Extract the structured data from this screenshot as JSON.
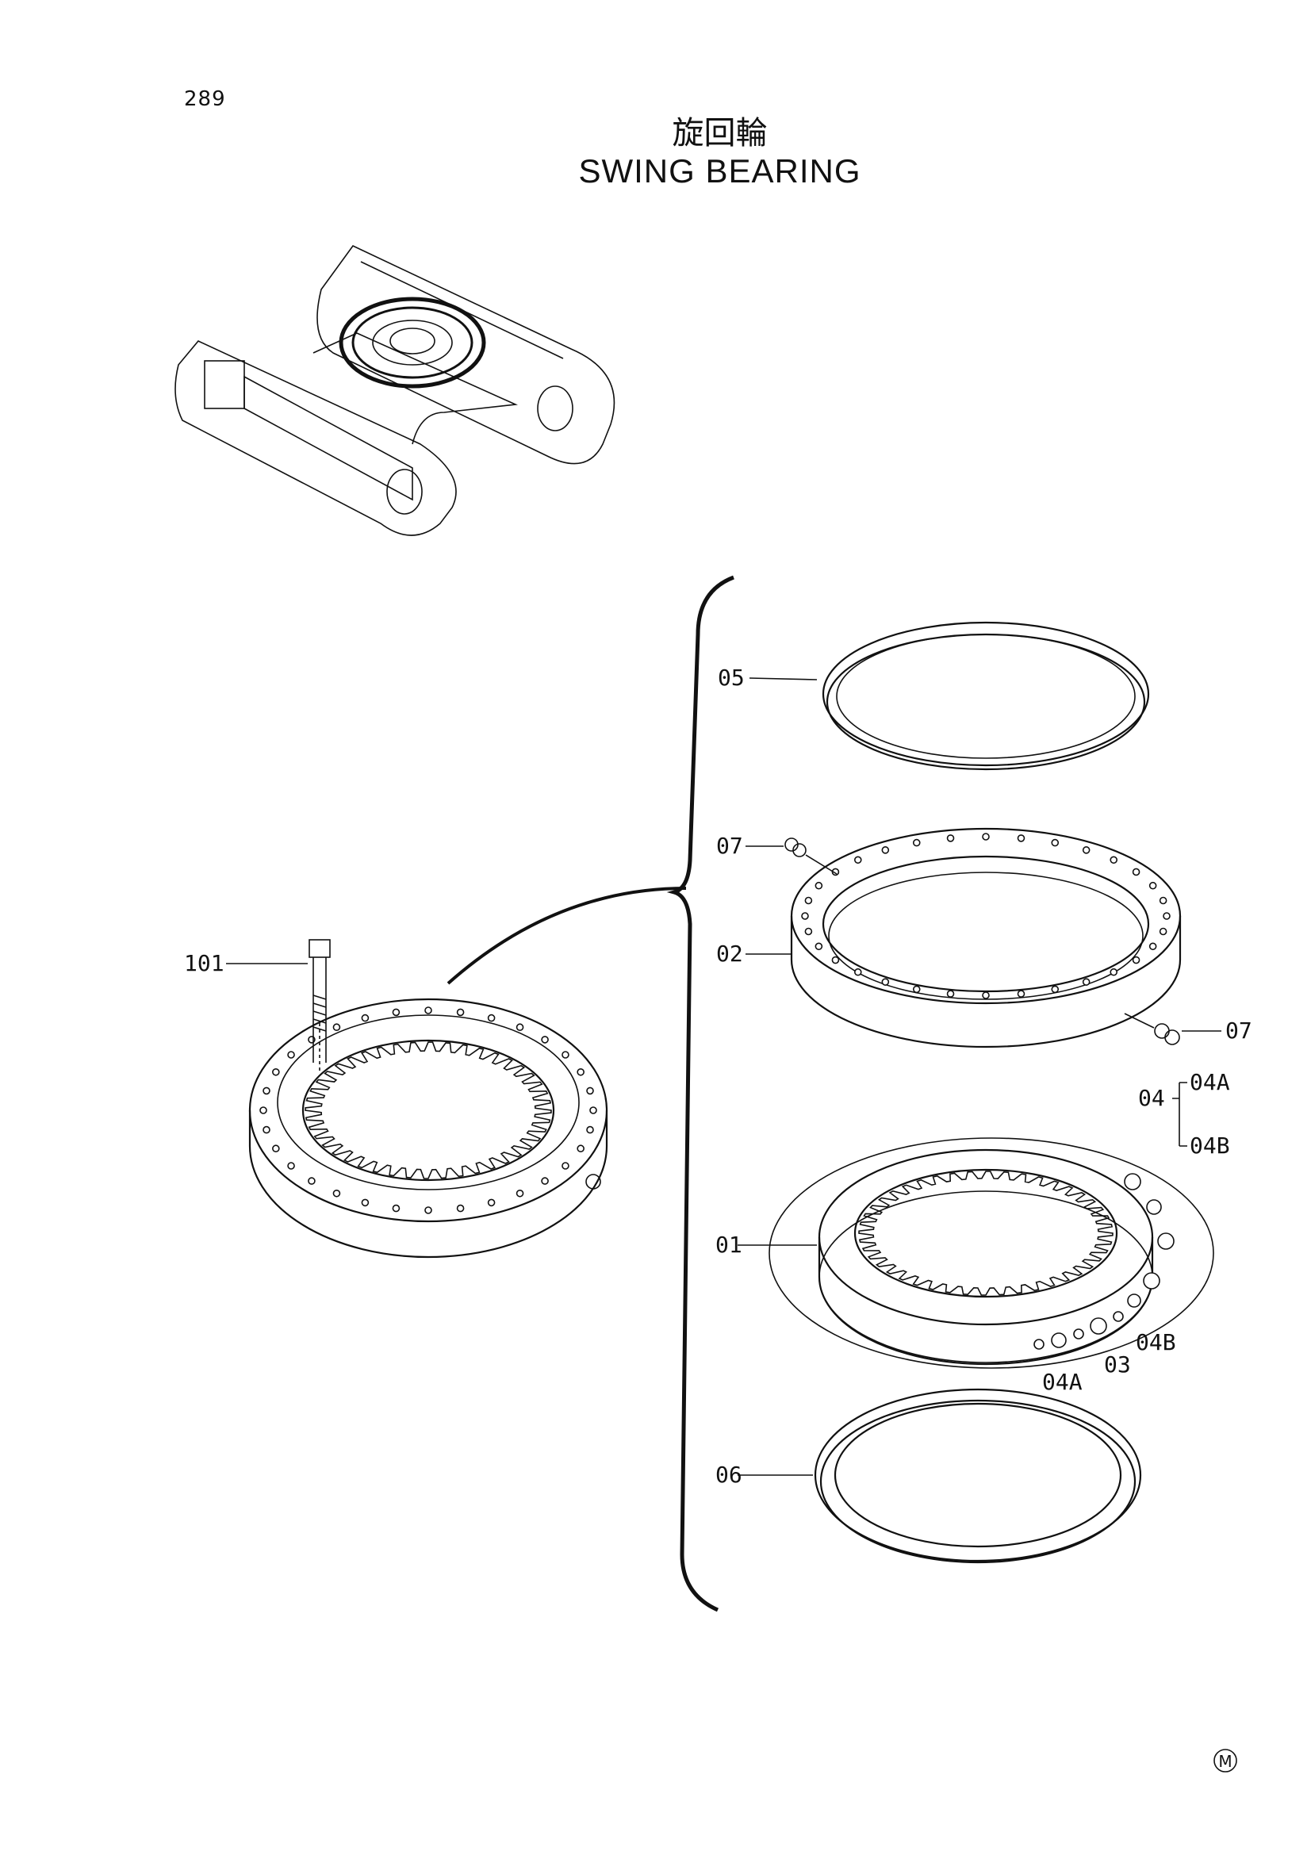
{
  "page": {
    "number": "289"
  },
  "title": {
    "japanese": "旋回輪",
    "english": "SWING BEARING"
  },
  "callouts": {
    "p05": "05",
    "p07a": "07",
    "p02": "02",
    "p07b": "07",
    "p101": "101",
    "p04": "04",
    "p04A_group": "04A",
    "p04B_group": "04B",
    "p01": "01",
    "p04B": "04B",
    "p03": "03",
    "p04A": "04A",
    "p06": "06"
  },
  "mark": "M"
}
